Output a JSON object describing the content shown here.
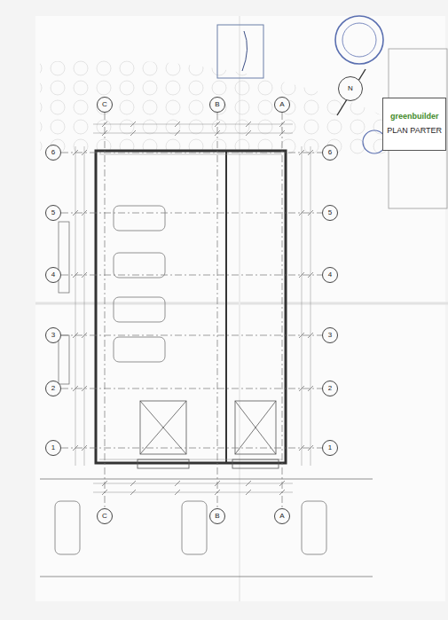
{
  "diagram": {
    "nodes": [
      {
        "text": [
          "greenbuilder",
          "PLAN PARTER"
        ]
      },
      {
        "text": [
          "N"
        ]
      },
      {
        "text": [
          "C"
        ]
      },
      {
        "text": [
          "B"
        ]
      },
      {
        "text": [
          "A"
        ]
      },
      {
        "text": [
          "6"
        ]
      },
      {
        "text": [
          "5"
        ]
      },
      {
        "text": [
          "4"
        ]
      },
      {
        "text": [
          "3"
        ]
      },
      {
        "text": [
          "2"
        ]
      },
      {
        "text": [
          "1"
        ]
      },
      {
        "text": [
          "6"
        ]
      },
      {
        "text": [
          "5"
        ]
      },
      {
        "text": [
          "4"
        ]
      },
      {
        "text": [
          "3"
        ]
      },
      {
        "text": [
          "2"
        ]
      },
      {
        "text": [
          "1"
        ]
      },
      {
        "text": [
          "C"
        ]
      },
      {
        "text": [
          "B"
        ]
      },
      {
        "text": [
          "A"
        ]
      }
    ],
    "edges": [
      {
        "from": 2,
        "to": 17,
        "arrow": "none"
      },
      {
        "from": 3,
        "to": 18,
        "arrow": "none"
      },
      {
        "from": 4,
        "to": 19,
        "arrow": "none"
      },
      {
        "from": 5,
        "to": 11,
        "arrow": "none"
      },
      {
        "from": 6,
        "to": 12,
        "arrow": "none"
      },
      {
        "from": 7,
        "to": 13,
        "arrow": "none"
      },
      {
        "from": 8,
        "to": 14,
        "arrow": "none"
      },
      {
        "from": 9,
        "to": 15,
        "arrow": "none"
      },
      {
        "from": 10,
        "to": 16,
        "arrow": "none"
      }
    ]
  }
}
